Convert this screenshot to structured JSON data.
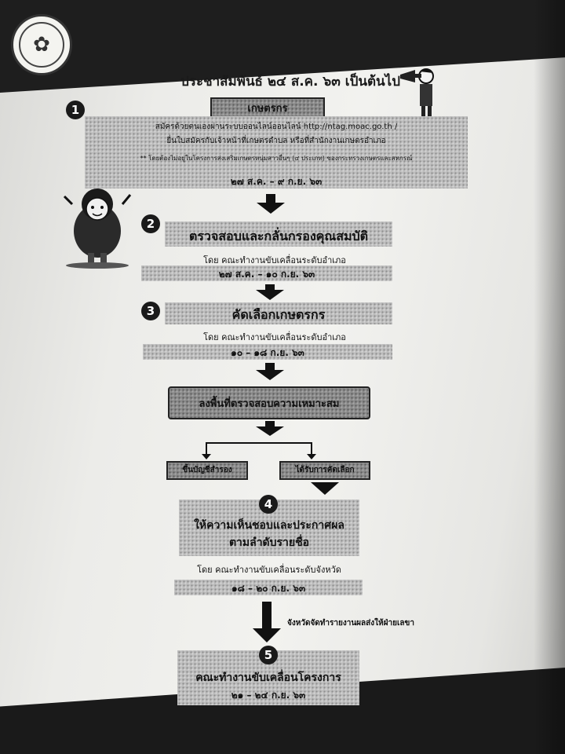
{
  "header": {
    "headline": "ประชาสัมพันธ์ ๒๔ ส.ค. ๖๓ เป็นต้นไป"
  },
  "step1": {
    "number": "1",
    "title": "เกษตรกร",
    "line1": "สมัครด้วยตนเองผ่านระบบออนไลน์ออนไลน์ http://ntag.moac.go.th /",
    "line2": "ยื่นใบสมัครกับเจ้าหน้าที่เกษตรตำบล หรือที่สำนักงานเกษตรอำเภอ",
    "note": "** โดยต้องไม่อยู่ในโครงการส่งเสริมเกษตรหนุ่มสาวอื่นๆ (๔ ประเภท) ของกระทรวงเกษตรและสหกรณ์",
    "date": "๒๗ ส.ค. – ๙ ก.ย. ๖๓"
  },
  "step2": {
    "number": "2",
    "title": "ตรวจสอบและกลั่นกรองคุณสมบัติ",
    "by": "โดย คณะทำงานขับเคลื่อนระดับอำเภอ",
    "date": "๒๗ ส.ค. – ๑๐ ก.ย. ๖๓"
  },
  "step3": {
    "number": "3",
    "title": "คัดเลือกเกษตรกร",
    "by": "โดย คณะทำงานขับเคลื่อนระดับอำเภอ",
    "date": "๑๐ – ๑๘ ก.ย. ๖๓"
  },
  "review": {
    "title": "ลงพื้นที่ตรวจสอบความเหมาะสม",
    "left": "ขึ้นบัญชีสำรอง",
    "right": "ได้รับการคัดเลือก"
  },
  "step4": {
    "number": "4",
    "title_line1": "ให้ความเห็นชอบและประกาศผล",
    "title_line2": "ตามลำดับรายชื่อ",
    "by": "โดย คณะทำงานขับเคลื่อนระดับจังหวัด",
    "date": "๑๘ – ๒๐ ก.ย. ๖๓",
    "side_note": "จังหวัดจัดทำรายงานผลส่งให้ฝ่ายเลขา"
  },
  "step5": {
    "number": "5",
    "title": "คณะทำงานขับเคลื่อนโครงการ",
    "date": "๒๑ – ๒๔ ก.ย. ๖๓"
  },
  "icons": {
    "logo": "ministry-seal-icon",
    "megaphone": "megaphone-person-icon",
    "mascot": "farmer-mascot-icon",
    "arrow": "arrow-down-icon"
  }
}
